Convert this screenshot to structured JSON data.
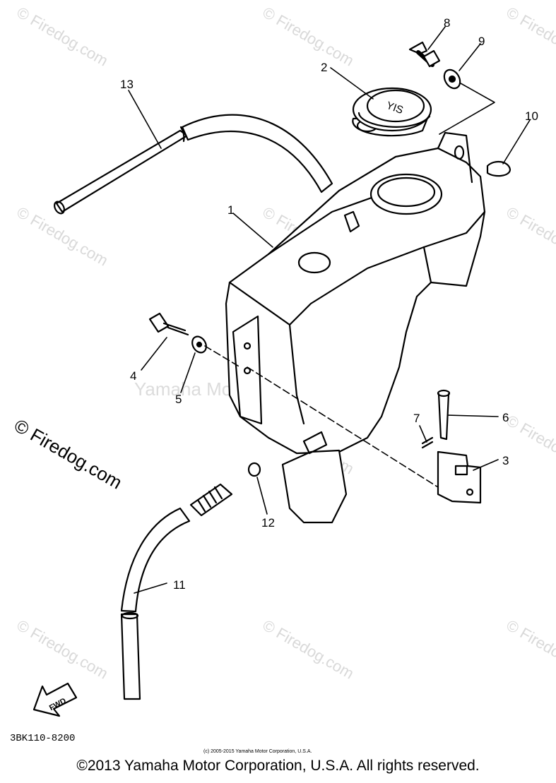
{
  "callouts": [
    "1",
    "2",
    "3",
    "4",
    "5",
    "6",
    "7",
    "8",
    "9",
    "10",
    "11",
    "12",
    "13"
  ],
  "watermark": "© Firedog.com",
  "watermark_center": "Yamaha Motor Corp, U.S.A.",
  "cap_marking": "YIS",
  "fwd_label": "FWD",
  "part_code": "3BK110-8200",
  "small_copyright": "(c) 2005-2015 Yamaha Motor Corporation, U.S.A.",
  "copyright": "©2013 Yamaha Motor Corporation, U.S.A. All rights reserved."
}
